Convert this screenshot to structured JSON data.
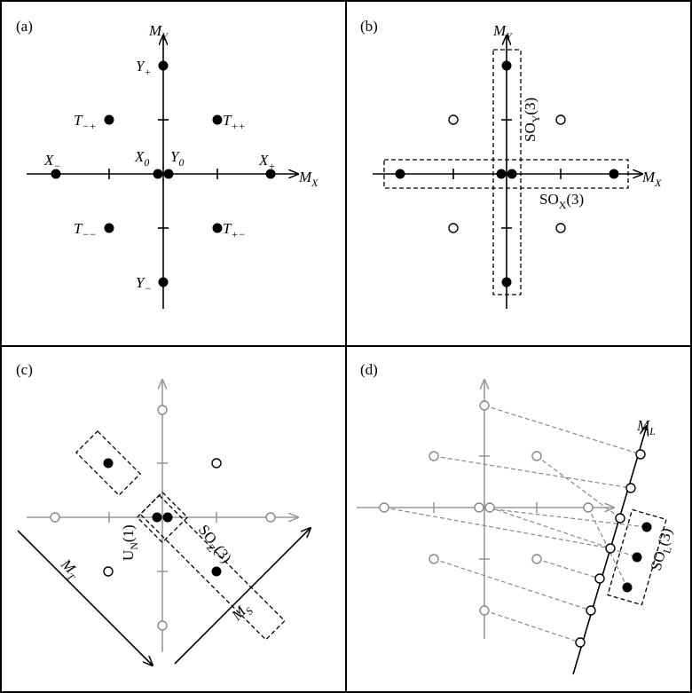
{
  "panels": {
    "a": {
      "label": "(a)",
      "axis_x": "M_X",
      "axis_y": "M_Y",
      "points": {
        "y_plus": "Y_+",
        "y_minus": "Y_−",
        "x_minus": "X_−",
        "x_plus": "X_+",
        "x_zero": "X_0",
        "y_zero": "Y_0",
        "t_mp": "T_−+",
        "t_pp": "T_++",
        "t_mm": "T_−−",
        "t_pm": "T_+−"
      }
    },
    "b": {
      "label": "(b)",
      "axis_x": "M_X",
      "axis_y": "M_Y",
      "so_y": "SO_Y(3)",
      "so_x": "SO_X(3)"
    },
    "c": {
      "label": "(c)",
      "u_n": "U_N(1)",
      "so_z": "SO_Z(3)",
      "axis_t": "M_T",
      "axis_s": "M_S"
    },
    "d": {
      "label": "(d)",
      "axis_l": "M_L",
      "so_l": "SO_L(3)"
    }
  }
}
